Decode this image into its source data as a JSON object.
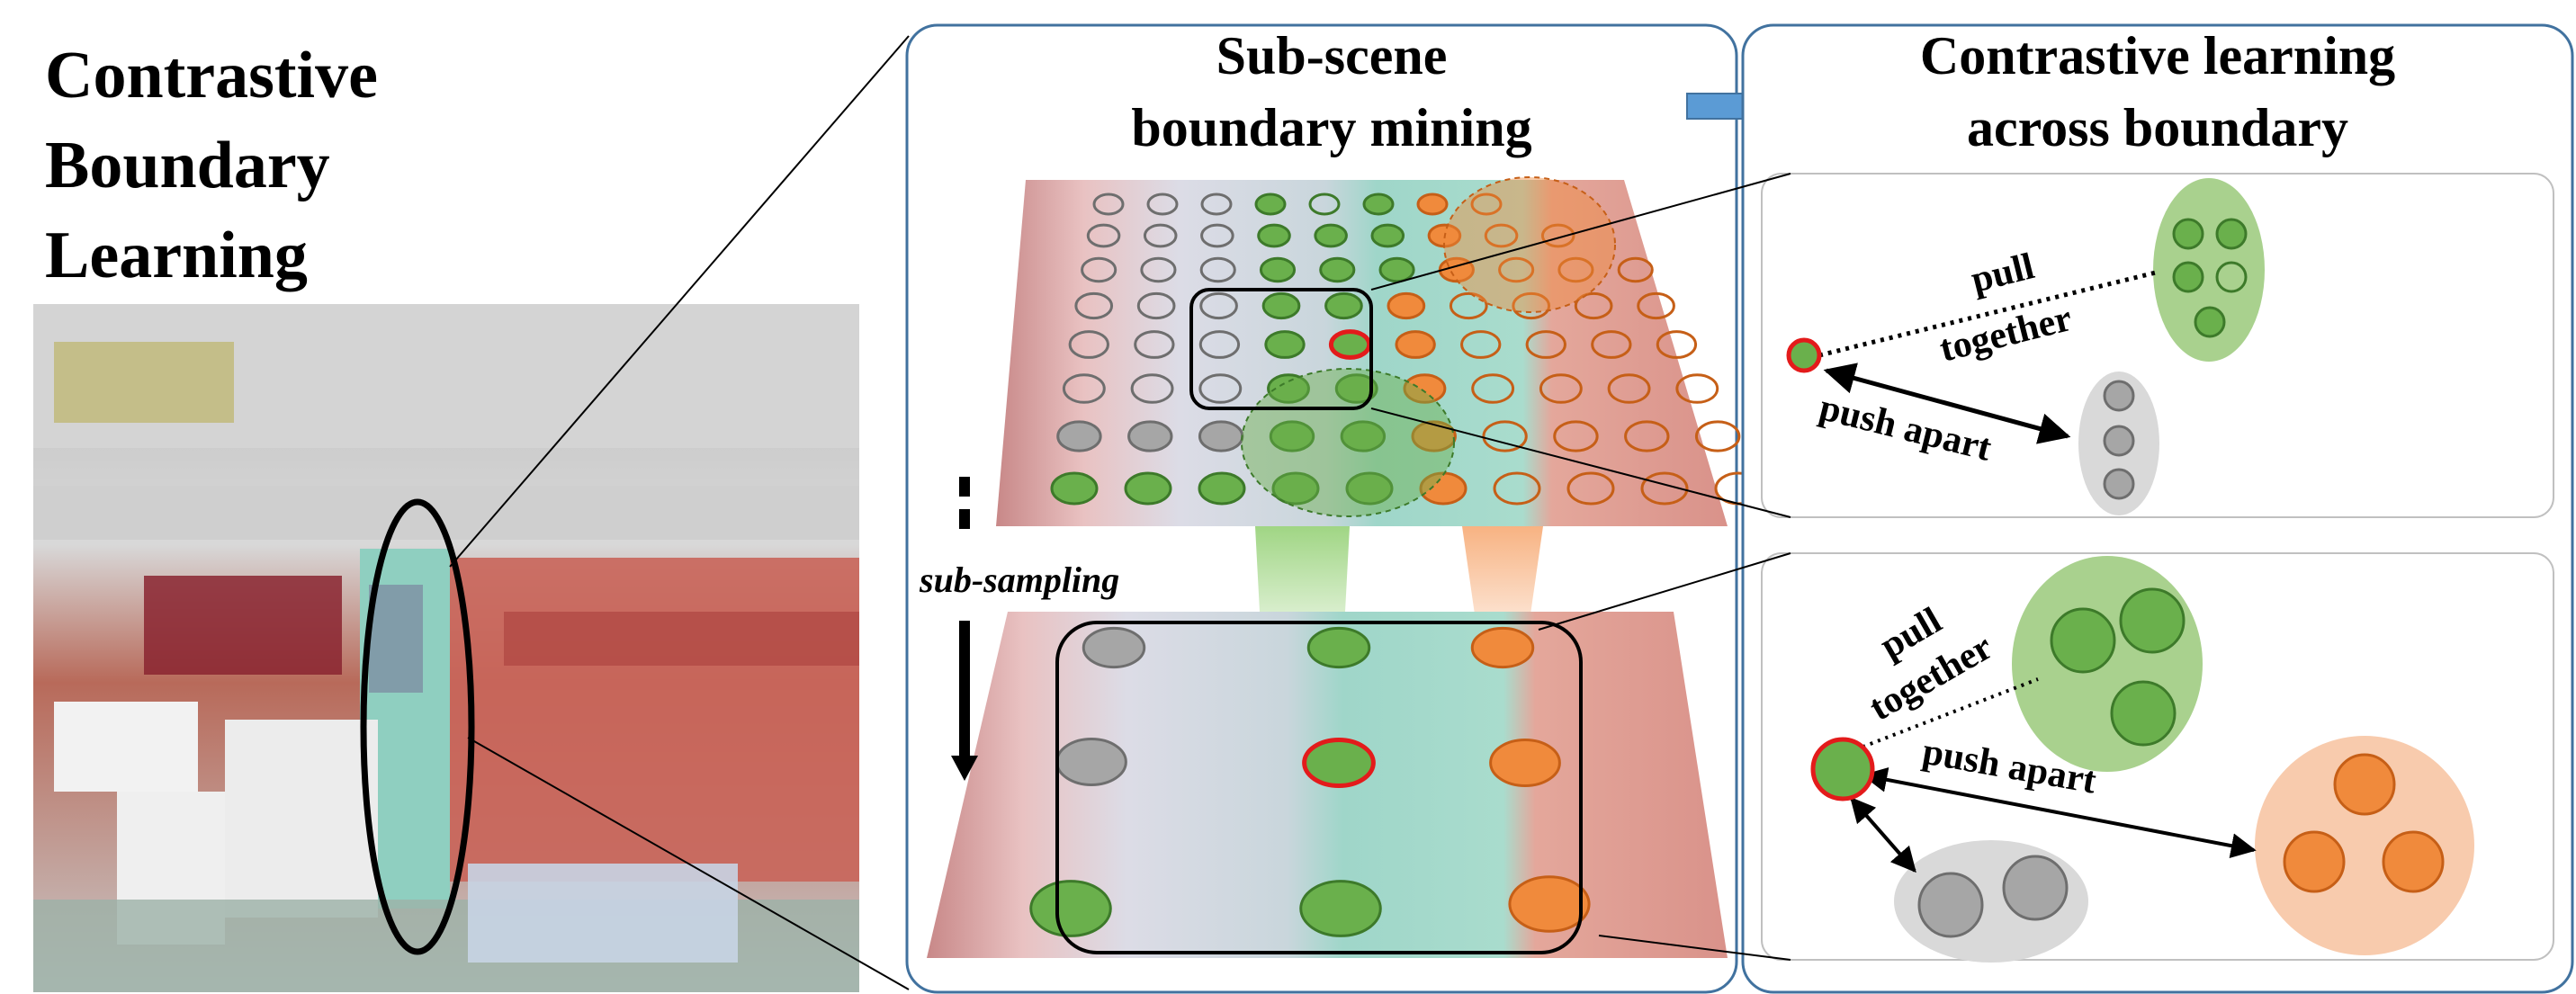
{
  "title_lines": [
    "Contrastive",
    "Boundary",
    "Learning"
  ],
  "panel_mining": {
    "title_lines": [
      "Sub-scene",
      "boundary mining"
    ],
    "subsampling_label": "sub-sampling"
  },
  "panel_contrastive": {
    "title_lines": [
      "Contrastive learning",
      "across boundary"
    ],
    "top": {
      "pull_lines": [
        "pull",
        "together"
      ],
      "push_label": "push apart"
    },
    "bottom": {
      "pull_lines": [
        "pull",
        "together"
      ],
      "push_label": "push apart"
    }
  },
  "colors": {
    "green_fill": "#6ab04c",
    "green_stroke": "#3d7a2a",
    "orange_fill": "#f08a3c",
    "orange_stroke": "#c65f17",
    "gray_fill": "#a6a6a6",
    "gray_stroke": "#6e6e6e",
    "anchor_stroke": "#e31b1b",
    "panel_border": "#41729f",
    "arrow_blue": "#5b9bd5"
  }
}
